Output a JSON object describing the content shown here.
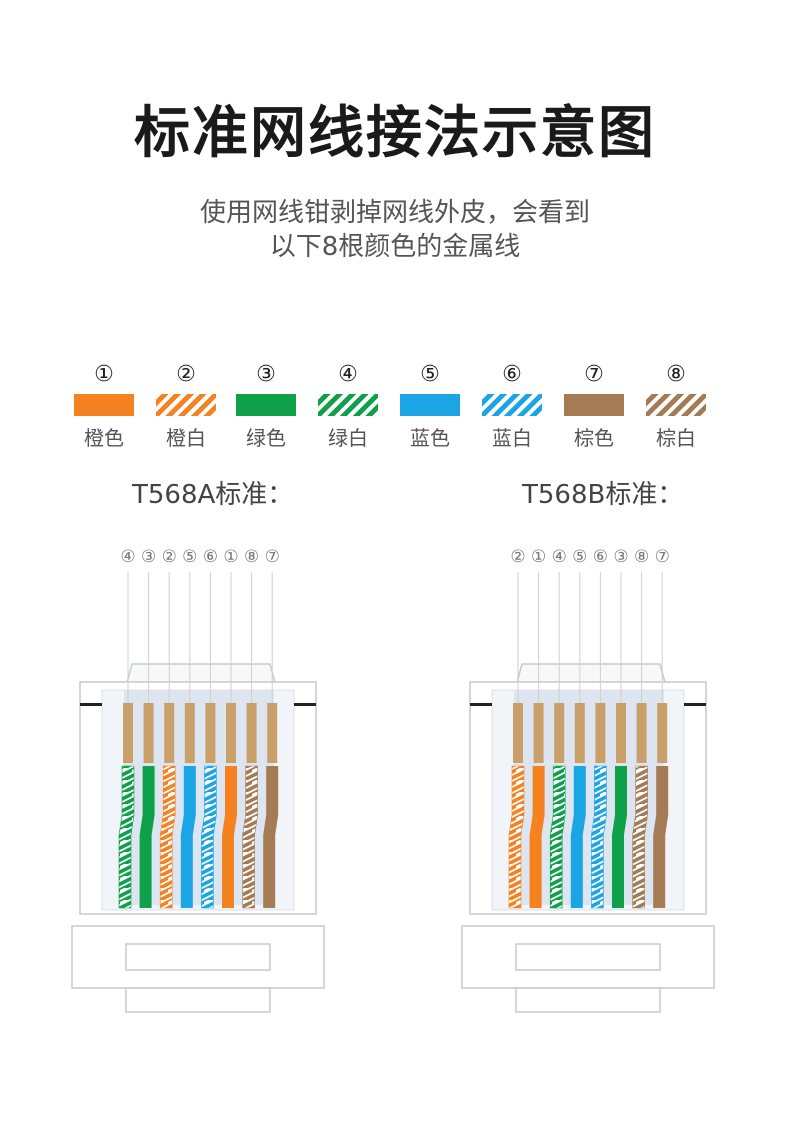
{
  "title": "标准网线接法示意图",
  "subtitle_line1": "使用网线钳剥掉网线外皮，会看到",
  "subtitle_line2": "以下8根颜色的金属线",
  "colors": {
    "orange": "#f58220",
    "green": "#0fa14a",
    "blue": "#1ba5e4",
    "brown": "#a57b55",
    "copper": "#c9a06a"
  },
  "legend": [
    {
      "num": "①",
      "name": "橙色",
      "color": "orange",
      "striped": false
    },
    {
      "num": "②",
      "name": "橙白",
      "color": "orange",
      "striped": true
    },
    {
      "num": "③",
      "name": "绿色",
      "color": "green",
      "striped": false
    },
    {
      "num": "④",
      "name": "绿白",
      "color": "green",
      "striped": true
    },
    {
      "num": "⑤",
      "name": "蓝色",
      "color": "blue",
      "striped": false
    },
    {
      "num": "⑥",
      "name": "蓝白",
      "color": "blue",
      "striped": true
    },
    {
      "num": "⑦",
      "name": "棕色",
      "color": "brown",
      "striped": false
    },
    {
      "num": "⑧",
      "name": "棕白",
      "color": "brown",
      "striped": true
    }
  ],
  "standards": [
    {
      "label": "T568A标准：",
      "order": [
        "④",
        "③",
        "②",
        "⑤",
        "⑥",
        "①",
        "⑧",
        "⑦"
      ]
    },
    {
      "label": "T568B标准：",
      "order": [
        "②",
        "①",
        "④",
        "⑤",
        "⑥",
        "③",
        "⑧",
        "⑦"
      ]
    }
  ]
}
